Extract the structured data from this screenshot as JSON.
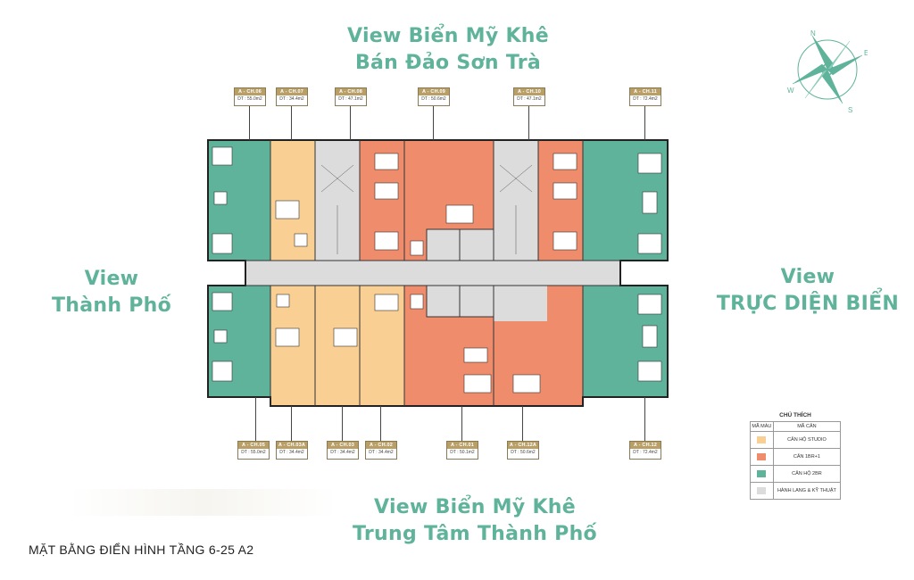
{
  "views": {
    "top": [
      "View Biển Mỹ Khê",
      "Bán Đảo Sơn Trà"
    ],
    "left": [
      "View",
      "Thành Phố"
    ],
    "right": [
      "View",
      "TRỰC DIỆN BIỂN"
    ],
    "bottom": [
      "View Biển Mỹ Khê",
      "Trung Tâm Thành Phố"
    ]
  },
  "units_top": [
    {
      "name": "A - CH.06",
      "area": "DT : 55.0m2"
    },
    {
      "name": "A - CH.07",
      "area": "DT : 34.4m2"
    },
    {
      "name": "A - CH.08",
      "area": "DT : 47.1m2"
    },
    {
      "name": "A - CH.09",
      "area": "DT : 50.6m2"
    },
    {
      "name": "A - CH.10",
      "area": "DT : 47.1m2"
    },
    {
      "name": "A - CH.11",
      "area": "DT : 72.4m2"
    }
  ],
  "units_bottom": [
    {
      "name": "A - CH.05",
      "area": "DT : 55.0m2"
    },
    {
      "name": "A - CH.03A",
      "area": "DT : 34.4m2"
    },
    {
      "name": "A - CH.03",
      "area": "DT : 34.4m2"
    },
    {
      "name": "A - CH.02",
      "area": "DT : 34.4m2"
    },
    {
      "name": "A - CH.01",
      "area": "DT : 50.1m2"
    },
    {
      "name": "A - CH.12A",
      "area": "DT : 50.6m2"
    },
    {
      "name": "A - CH.12",
      "area": "DT : 72.4m2"
    }
  ],
  "legend": {
    "title": "CHÚ THÍCH",
    "col_color": "MÃ MÀU",
    "col_code": "MÃ CĂN",
    "rows": [
      {
        "color": "#f9cf94",
        "label": "CĂN HỘ STUDIO"
      },
      {
        "color": "#ef8c6c",
        "label": "CĂN 1BR+1"
      },
      {
        "color": "#5fb39a",
        "label": "CĂN HỘ 2BR"
      },
      {
        "color": "#dcdcdc",
        "label": "HÀNH LANG & KỸ THUẬT"
      }
    ]
  },
  "compass": {
    "n": "N",
    "e": "E",
    "s": "S",
    "w": "W",
    "color": "#5fb39a"
  },
  "caption": "MẶT BẰNG ĐIỂN HÌNH TẦNG 6-25 A2"
}
